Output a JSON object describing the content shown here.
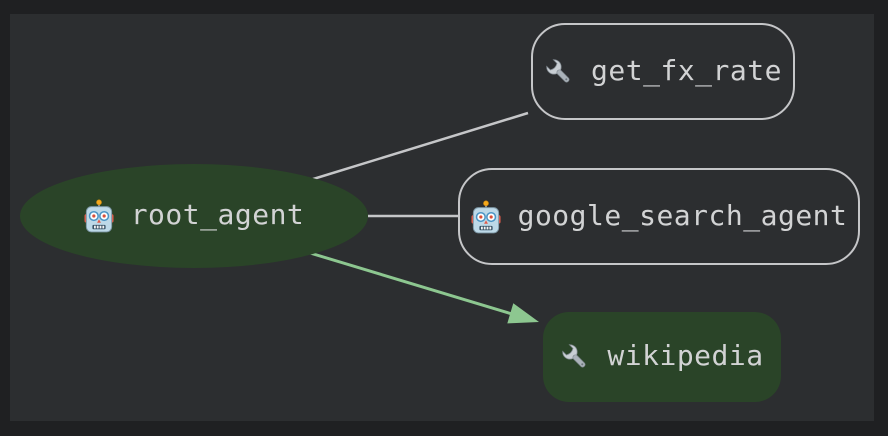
{
  "graph": {
    "nodes": [
      {
        "id": "root_agent",
        "label": "root_agent",
        "icon": "robot-icon",
        "shape": "ellipse",
        "variant": "filled"
      },
      {
        "id": "get_fx_rate",
        "label": "get_fx_rate",
        "icon": "wrench-icon",
        "shape": "rounded-rect",
        "variant": "outlined"
      },
      {
        "id": "google_search_agent",
        "label": "google_search_agent",
        "icon": "robot-icon",
        "shape": "rounded-rect",
        "variant": "outlined"
      },
      {
        "id": "wikipedia",
        "label": "wikipedia",
        "icon": "wrench-icon",
        "shape": "rounded-rect",
        "variant": "filled"
      }
    ],
    "edges": [
      {
        "from": "root_agent",
        "to": "get_fx_rate",
        "color": "#c5c6c8",
        "arrow": false
      },
      {
        "from": "root_agent",
        "to": "google_search_agent",
        "color": "#c5c6c8",
        "arrow": false
      },
      {
        "from": "root_agent",
        "to": "wikipedia",
        "color": "#8dc790",
        "arrow": true
      }
    ],
    "colors": {
      "frame_background": "#1f2022",
      "canvas_background": "#2c2e30",
      "node_fill_green": "#2a4428",
      "node_outline_gray": "#c5c6c8",
      "label_text": "#d2d3d4",
      "highlight_green": "#8dc790"
    }
  }
}
